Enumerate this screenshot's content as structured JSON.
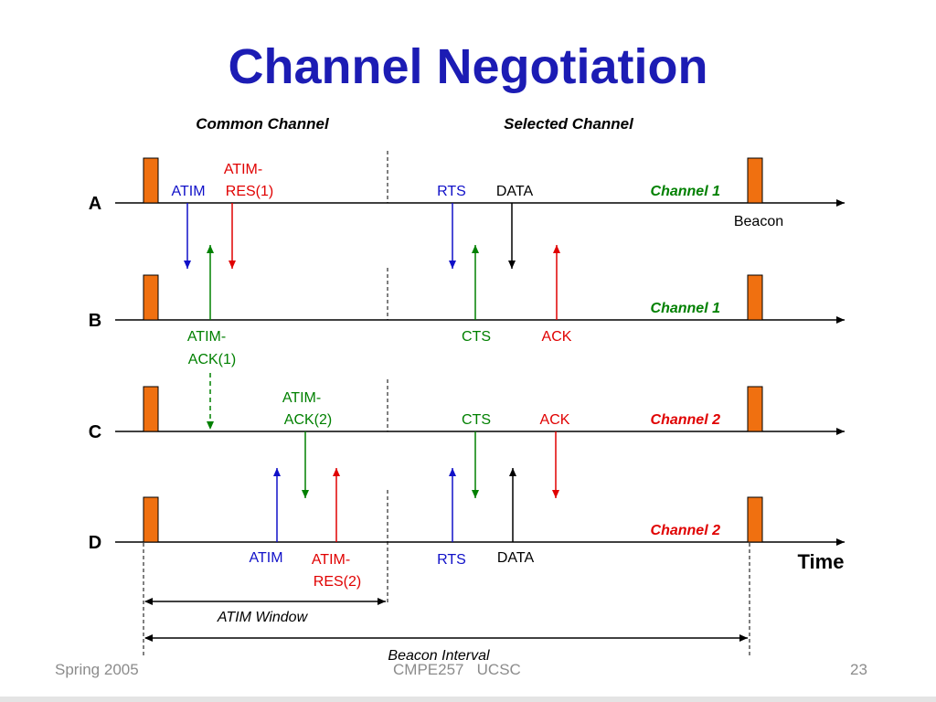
{
  "title": "Channel Negotiation",
  "headers": {
    "common": "Common Channel",
    "selected": "Selected Channel"
  },
  "rows": [
    {
      "label": "A",
      "channel": "Channel 1",
      "channel_color": "#008000"
    },
    {
      "label": "B",
      "channel": "Channel 1",
      "channel_color": "#008000"
    },
    {
      "label": "C",
      "channel": "Channel 2",
      "channel_color": "#e00000"
    },
    {
      "label": "D",
      "channel": "Channel 2",
      "channel_color": "#e00000"
    }
  ],
  "beacon_label": "Beacon",
  "time_label": "Time",
  "messages": {
    "atim_a": "ATIM",
    "atim_res1_line1": "ATIM-",
    "atim_res1_line2": "RES(1)",
    "rts_a": "RTS",
    "data_a": "DATA",
    "atim_ack1_line1": "ATIM-",
    "atim_ack1_line2": "ACK(1)",
    "cts_b": "CTS",
    "ack_b": "ACK",
    "atim_ack2_line1": "ATIM-",
    "atim_ack2_line2": "ACK(2)",
    "cts_c": "CTS",
    "ack_c": "ACK",
    "atim_d": "ATIM",
    "atim_res2_line1": "ATIM-",
    "atim_res2_line2": "RES(2)",
    "rts_d": "RTS",
    "data_d": "DATA"
  },
  "intervals": {
    "atim_window": "ATIM Window",
    "beacon_interval": "Beacon Interval"
  },
  "footer": {
    "left": "Spring 2005",
    "center": "CMPE257   UCSC",
    "right": "23"
  },
  "colors": {
    "title": "#1c1cb4",
    "blue": "#1010c8",
    "red": "#e00000",
    "green": "#008000",
    "black": "#000000",
    "beacon_fill": "#f07010"
  }
}
